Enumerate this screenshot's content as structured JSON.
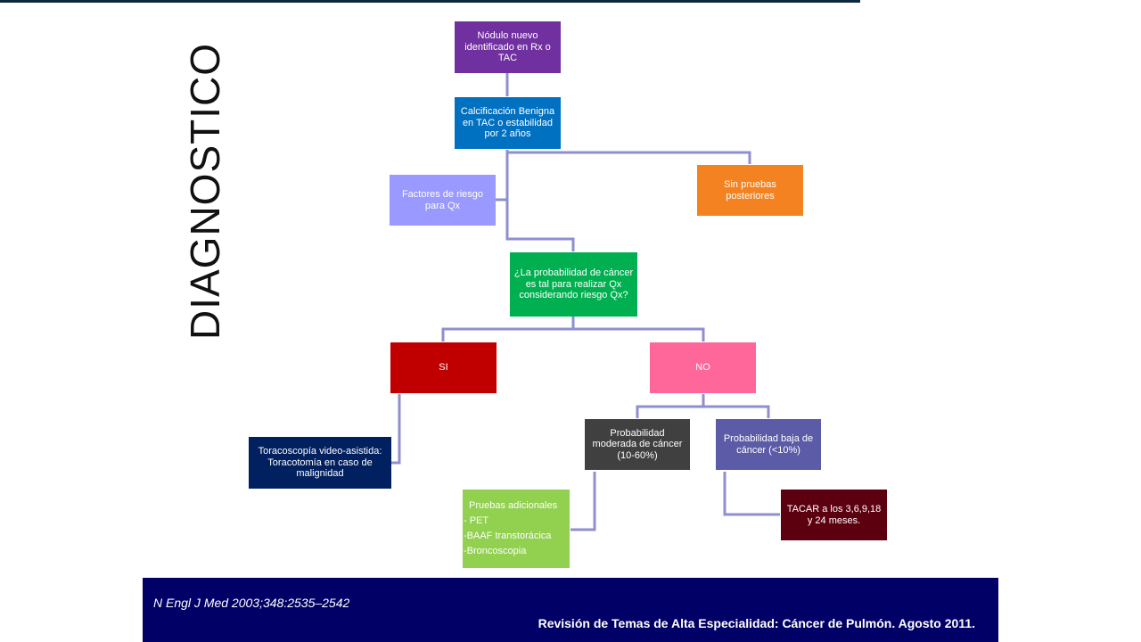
{
  "slide": {
    "title": "DIAGNOSTICO"
  },
  "flowchart": {
    "nodes": {
      "new_nodule": {
        "text": "Nódulo nuevo identificado en Rx o TAC",
        "color": "#7030a0"
      },
      "benign_calcification": {
        "text": "Calcificación Benigna en TAC o estabilidad por 2 años",
        "color": "#0070c0"
      },
      "risk_factors": {
        "text": "Factores de riesgo para Qx",
        "color": "#9999ff"
      },
      "no_further_tests": {
        "text": "Sin pruebas posteriores",
        "color": "#f58220"
      },
      "cancer_probability_question": {
        "text": "¿La probabilidad de cáncer es tal para realizar Qx considerando riesgo Qx?",
        "color": "#00b050"
      },
      "yes": {
        "text": "SI",
        "color": "#c00000"
      },
      "no": {
        "text": "NO",
        "color": "#ff6699"
      },
      "vats": {
        "text": "Toracoscopía video-asistida: Toracotomía en caso de malignidad",
        "color": "#002060"
      },
      "moderate_probability": {
        "text": "Probabilidad moderada de cáncer (10-60%)",
        "color": "#404040"
      },
      "low_probability": {
        "text": "Probabilidad baja de cáncer (<10%)",
        "color": "#5b5ba8"
      },
      "hrct_followup": {
        "text": "TACAR a los 3,6,9,18 y 24 meses.",
        "color": "#5c0010"
      },
      "additional_tests": {
        "title": "Pruebas adicionales",
        "items": [
          "- PET",
          "-BAAF transtorácica",
          "-Broncoscopia"
        ],
        "color": "#92d050"
      }
    },
    "connector_color": "#8f8fd0"
  },
  "footer": {
    "reference": "N Engl J Med 2003;348:2535–2542",
    "source": "Revisión de Temas de Alta Especialidad: Cáncer de Pulmón. Agosto 2011.",
    "color": "#000066"
  }
}
